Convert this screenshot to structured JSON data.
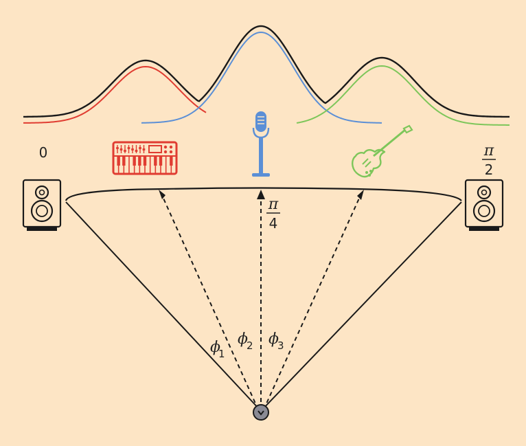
{
  "colors": {
    "background": "#fde5c5",
    "line": "#1a1a1a",
    "keyboard": "#e03c31",
    "mic": "#5b8fd6",
    "guitar": "#7dc65a",
    "listener": "#8a8a94"
  },
  "labels": {
    "left_angle": "0",
    "center_num": "π",
    "center_den": "4",
    "right_num": "π",
    "right_den": "2",
    "phi1": "ϕ",
    "phi1_sub": "1",
    "phi2": "ϕ",
    "phi2_sub": "2",
    "phi3": "ϕ",
    "phi3_sub": "3"
  },
  "icons": {
    "left_speaker": "speaker-icon",
    "right_speaker": "speaker-icon",
    "keyboard": "keyboard-icon",
    "mic": "microphone-icon",
    "guitar": "guitar-icon",
    "listener": "listener-head-icon"
  }
}
